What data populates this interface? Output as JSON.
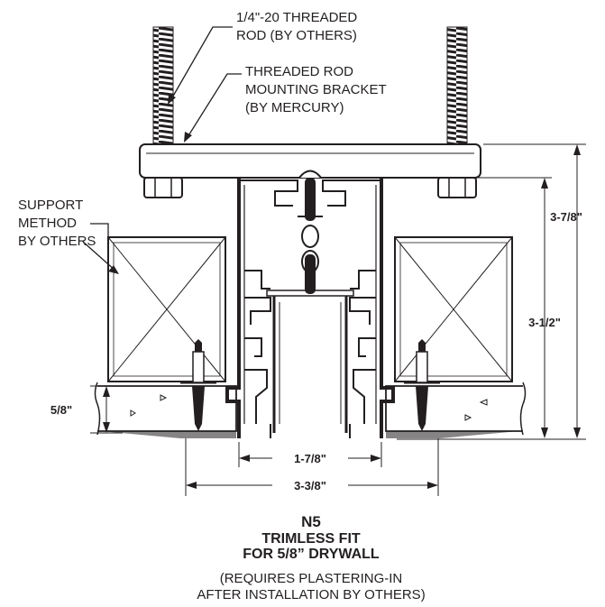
{
  "callouts": {
    "rod_line1": "1/4\"-20 THREADED",
    "rod_line2": "ROD (BY OTHERS)",
    "bracket_line1": "THREADED ROD",
    "bracket_line2": "MOUNTING BRACKET",
    "bracket_line3": "(BY MERCURY)",
    "support_line1": "SUPPORT",
    "support_line2": "METHOD",
    "support_line3": "BY OTHERS"
  },
  "dimensions": {
    "overall_height": "3-7/8\"",
    "body_height": "3-1/2\"",
    "drywall": "5/8\"",
    "inner_width": "1-7/8\"",
    "outer_width": "3-3/8\""
  },
  "caption": {
    "model": "N5",
    "title1": "TRIMLESS FIT",
    "title2": "FOR 5/8” DRYWALL",
    "note1": "(REQUIRES PLASTERING-IN",
    "note2": "AFTER INSTALLATION BY OTHERS)"
  },
  "colors": {
    "ink": "#231f20",
    "fill": "#ffffff"
  }
}
